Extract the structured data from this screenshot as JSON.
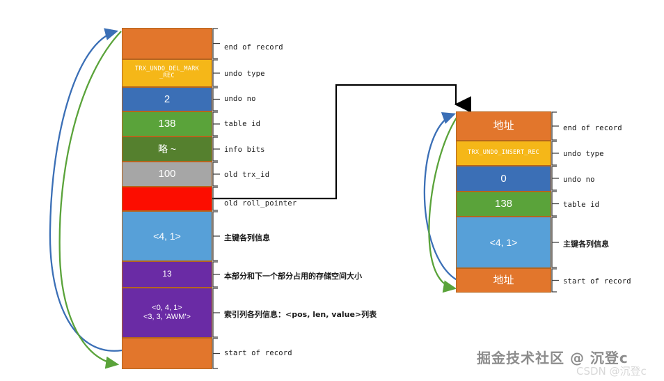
{
  "diagram": {
    "title": "undo log record chain",
    "watermark": {
      "main": "掘金技术社区 @ 沉登c",
      "sub": "CSDN @沉登c"
    }
  },
  "colors": {
    "orange": "#e2762c",
    "yellow": "#f5b718",
    "blue": "#3b6fb6",
    "green": "#5aa33a",
    "dark_green": "#55802e",
    "gray": "#a6a6a6",
    "red": "#fc0d00",
    "light_blue": "#57a0d8",
    "purple": "#6a2ba5",
    "border": "#b5651d",
    "arrow_blue": "#3b6fb6",
    "arrow_green": "#5aa33a",
    "arrow_black": "#000000",
    "bracket": "#3f3f3f",
    "label_text": "#1a1a1a"
  },
  "left_block": {
    "name": "TRX_UNDO_DEL_MARK_REC record",
    "rows": [
      {
        "value": "",
        "label": "end of record",
        "color_key": "orange",
        "label_cjk": false
      },
      {
        "value": "TRX_UNDO_DEL_MARK\n_REC",
        "label": "undo type",
        "color_key": "yellow",
        "label_cjk": false
      },
      {
        "value": "2",
        "label": "undo no",
        "color_key": "blue",
        "label_cjk": false
      },
      {
        "value": "138",
        "label": "table id",
        "color_key": "green",
        "label_cjk": false
      },
      {
        "value": "略 ~",
        "label": "info bits",
        "color_key": "dark_green",
        "label_cjk": false
      },
      {
        "value": "100",
        "label": "old trx_id",
        "color_key": "gray",
        "label_cjk": false
      },
      {
        "value": "",
        "label": "old roll_pointer",
        "color_key": "red",
        "label_cjk": false
      },
      {
        "value": "<4, 1>",
        "label": "主键各列信息",
        "color_key": "light_blue",
        "label_cjk": true
      },
      {
        "value": "13",
        "label": "本部分和下一个部分占用的存储空间大小",
        "color_key": "purple",
        "label_cjk": true
      },
      {
        "value": "<0, 4, 1>\n<3, 3, 'AWM'>",
        "label": "索引列各列信息：<pos, len, value>列表",
        "color_key": "purple",
        "label_cjk": true
      },
      {
        "value": "",
        "label": "start of record",
        "color_key": "orange",
        "label_cjk": false
      }
    ]
  },
  "right_block": {
    "name": "TRX_UNDO_INSERT_REC record",
    "rows": [
      {
        "value": "地址",
        "label": "end of record",
        "color_key": "orange",
        "label_cjk": false
      },
      {
        "value": "TRX_UNDO_INSERT_REC",
        "label": "undo type",
        "color_key": "yellow",
        "label_cjk": false
      },
      {
        "value": "0",
        "label": "undo no",
        "color_key": "blue",
        "label_cjk": false
      },
      {
        "value": "138",
        "label": "table id",
        "color_key": "green",
        "label_cjk": false
      },
      {
        "value": "<4, 1>",
        "label": "主键各列信息",
        "color_key": "light_blue",
        "label_cjk": true
      },
      {
        "value": "地址",
        "label": "start of record",
        "color_key": "orange",
        "label_cjk": false
      }
    ]
  },
  "connectors": [
    {
      "name": "roll-pointer-link",
      "color_key": "arrow_black",
      "from": "left old roll_pointer",
      "to": "right end of record"
    },
    {
      "name": "left-block-up-arrow",
      "color_key": "arrow_blue",
      "from": "left start of record",
      "to": "left end of record"
    },
    {
      "name": "left-block-down-arrow",
      "color_key": "arrow_green",
      "from": "left end of record",
      "to": "left start of record"
    },
    {
      "name": "right-block-up-arrow",
      "color_key": "arrow_blue",
      "from": "right start of record",
      "to": "right end of record"
    },
    {
      "name": "right-block-down-arrow",
      "color_key": "arrow_green",
      "from": "right end of record",
      "to": "right start of record"
    }
  ]
}
